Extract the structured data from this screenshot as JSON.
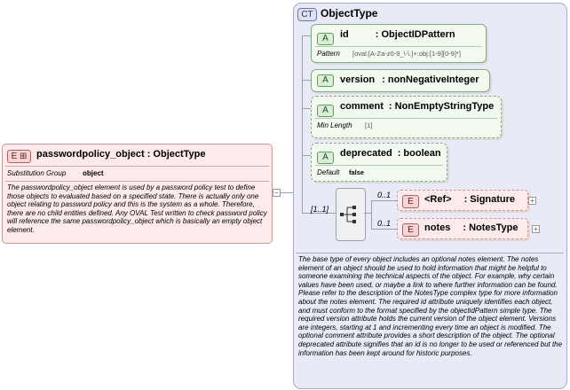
{
  "main_element": {
    "badge": "E",
    "badge_glyph": "⊞",
    "title": "passwordpolicy_object : ObjectType",
    "substitution_label": "Substitution Group",
    "substitution_value": "object",
    "documentation": "The passwordpolicy_object element is used by a password policy test to define those objects to evaluated based on a specified state. There is actually only one object relating to password policy and this is the system as a whole. Therefore, there are no child entities defined. Any OVAL Test written to check password policy will reference the same passwordpolicy_object which is basically an empty object element."
  },
  "complex_type": {
    "badge": "CT",
    "title": "ObjectType",
    "documentation": "The base type of every object includes an optional notes element. The notes element of an object should be used to hold information that might be helpful to someone examining the technical aspects of the object. For example, why certain values have been used, or maybe a link to where further information can be found. Please refer to the description of the NotesType complex type for more information about the notes element. The required id attribute uniquely identifies each object, and must conform to the format specified by the objectidPattern simple type. The required version attribute holds the current version of the object element. Versions are integers, starting at 1 and incrementing every time an object is modified. The optional comment attribute provides a short description of the object. The optional deprecated attribute signifies that an id is no longer to be used or referenced but the information has been kept around for historic purposes."
  },
  "attributes": [
    {
      "badge": "A",
      "name": "id",
      "type": ": ObjectIDPattern",
      "facet_label": "Pattern",
      "facet_value": "[oval:[A-Za-z0-9_\\-\\.]+:obj:[1-9][0-9]*]"
    },
    {
      "badge": "A",
      "name": "version",
      "type": ": nonNegativeInteger"
    },
    {
      "badge": "A",
      "name": "comment",
      "type": ": NonEmptyStringType",
      "facet_label": "Min Length",
      "facet_value": "[1]"
    },
    {
      "badge": "A",
      "name": "deprecated",
      "type": ": boolean",
      "facet_label": "Default",
      "facet_value": "false"
    }
  ],
  "sequence": {
    "occurrence": "[1..1]"
  },
  "children": [
    {
      "badge": "E",
      "name": "<Ref>",
      "type": ": Signature",
      "occurrence": "0..1",
      "expand": "+"
    },
    {
      "badge": "E",
      "name": "notes",
      "type": ": NotesType",
      "occurrence": "0..1",
      "expand": "+"
    }
  ],
  "collapse_glyph": "−"
}
